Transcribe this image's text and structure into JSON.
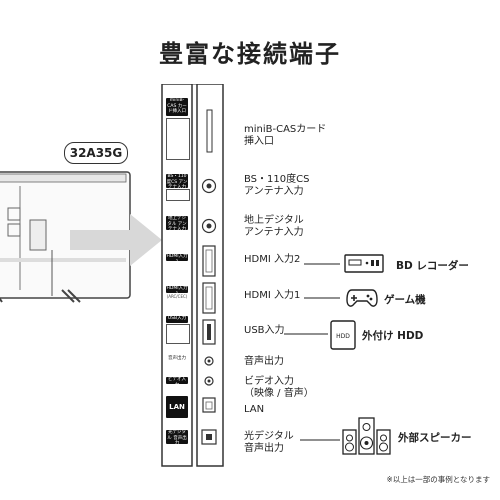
{
  "title": "豊富な接続端子",
  "model": "32A35G",
  "ports": [
    {
      "id": "minib-cas",
      "label_line1": "miniB-CASカード",
      "label_line2": "挿入口",
      "panel_tag": "miniB-CAS カード挿入口"
    },
    {
      "id": "bs-cs",
      "label_line1": "BS・110度CS",
      "label_line2": "アンテナ入力",
      "panel_tag": "BS・110度CS アンテナ入力"
    },
    {
      "id": "terrestrial",
      "label_line1": "地上デジタル",
      "label_line2": "アンテナ入力",
      "panel_tag": "地上デジタル アンテナ入力"
    },
    {
      "id": "hdmi2",
      "label_line1": "HDMI 入力2",
      "label_line2": "",
      "panel_tag": "HDMI入力2"
    },
    {
      "id": "hdmi1",
      "label_line1": "HDMI 入力1",
      "label_line2": "",
      "panel_tag": "HDMI入力1",
      "panel_sub": "(ARC/CEC)"
    },
    {
      "id": "usb",
      "label_line1": "USB入力",
      "label_line2": "",
      "panel_tag": "USB入力"
    },
    {
      "id": "audio-out",
      "label_line1": "音声出力",
      "label_line2": "",
      "panel_tag": "音声出力"
    },
    {
      "id": "video-in",
      "label_line1": "ビデオ入力",
      "label_line2": "（映像 / 音声）",
      "panel_tag": "ビデオ入力"
    },
    {
      "id": "lan",
      "label_line1": "LAN",
      "label_line2": "",
      "panel_tag": "LAN"
    },
    {
      "id": "optical",
      "label_line1": "光デジタル",
      "label_line2": "音声出力",
      "panel_tag": "光デジタル 音声出力"
    }
  ],
  "devices": [
    {
      "id": "bd-recorder",
      "label": "BD レコーダー",
      "icon": "bd-recorder-icon"
    },
    {
      "id": "game",
      "label": "ゲーム機",
      "icon": "gamepad-icon"
    },
    {
      "id": "hdd",
      "label": "外付け HDD",
      "icon": "hdd-icon",
      "icon_text": "HDD"
    },
    {
      "id": "speaker",
      "label": "外部スピーカー",
      "icon": "speaker-icon"
    }
  ],
  "note": "※以上は一部の事例となります",
  "colors": {
    "text": "#222222",
    "arrow": "#d6d6d6",
    "panel_border": "#333333"
  }
}
